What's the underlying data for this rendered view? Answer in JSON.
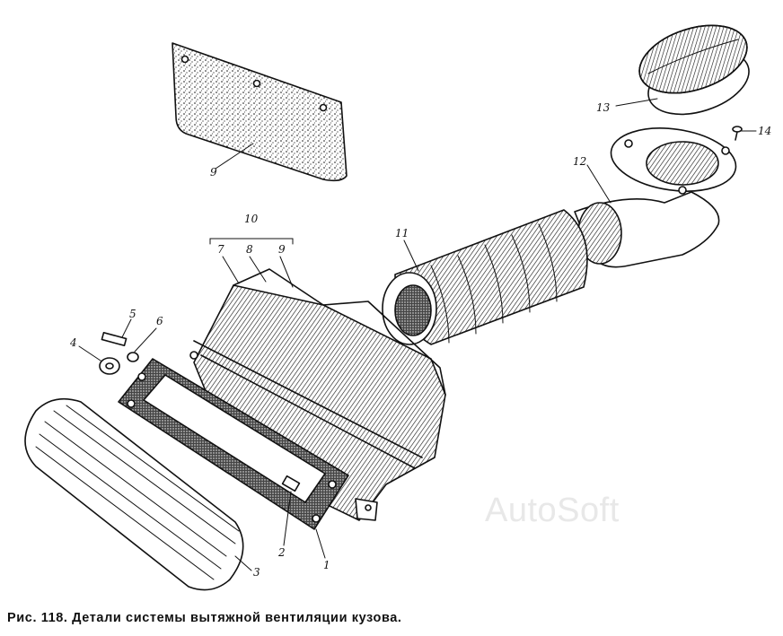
{
  "caption": "Рис. 118. Детали системы вытяжной вентиляции кузова.",
  "watermark": "AutoSoft",
  "callouts": {
    "c1": "1",
    "c2": "2",
    "c3": "3",
    "c4": "4",
    "c5": "5",
    "c6": "6",
    "c7": "7",
    "c8": "8",
    "c9_group": "9",
    "c9_cover": "9",
    "c10": "10",
    "c11": "11",
    "c12": "12",
    "c13": "13",
    "c14": "14"
  }
}
